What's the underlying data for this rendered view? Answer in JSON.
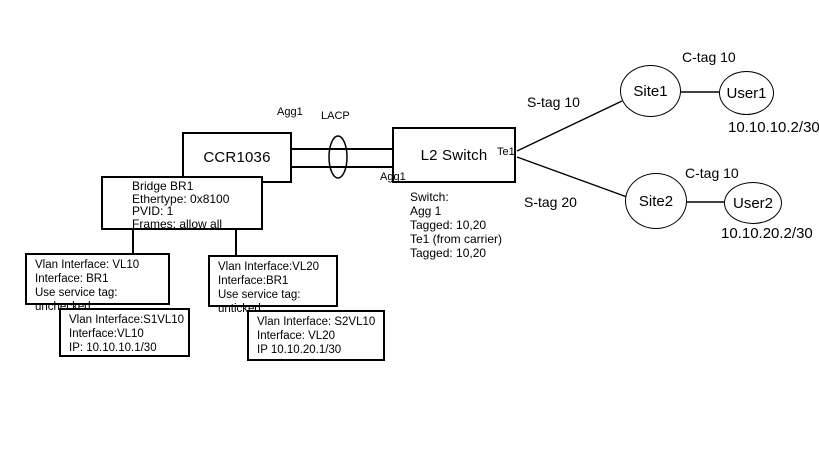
{
  "diagram": {
    "nodes": {
      "ccr": {
        "label": "CCR1036"
      },
      "l2switch": {
        "label": "L2 Switch"
      },
      "site1": {
        "label": "Site1"
      },
      "user1": {
        "label": "User1"
      },
      "site2": {
        "label": "Site2"
      },
      "user2": {
        "label": "User2"
      }
    },
    "boxes": {
      "bridge": {
        "lines": [
          "Bridge BR1",
          "Ethertype: 0x8100",
          "PVID: 1",
          "Frames: allow all"
        ]
      },
      "vl10": {
        "lines": [
          "Vlan Interface: VL10",
          "Interface: BR1",
          "Use service tag: unchecked"
        ]
      },
      "s1vl10": {
        "lines": [
          "Vlan Interface:S1VL10",
          "Interface:VL10",
          "IP: 10.10.10.1/30"
        ]
      },
      "vl20": {
        "lines": [
          "Vlan Interface:VL20",
          "Interface:BR1",
          "Use service tag: unticked"
        ]
      },
      "s2vl10": {
        "lines": [
          "Vlan Interface: S2VL10",
          "Interface: VL20",
          "IP 10.10.20.1/30"
        ]
      }
    },
    "switch_note": {
      "lines": [
        "Switch:",
        "Agg 1",
        "Tagged: 10,20",
        "Te1 (from carrier)",
        "Tagged: 10,20"
      ]
    },
    "labels": {
      "agg1_top": "Agg1",
      "lacp": "LACP",
      "agg1_bottom": "Agg1",
      "te1": "Te1",
      "stag10": "S-tag 10",
      "stag20": "S-tag 20",
      "ctag10_top": "C-tag 10",
      "ctag10_bottom": "C-tag 10",
      "user1_ip": "10.10.10.2/30",
      "user2_ip": "10.10.20.2/30"
    },
    "colors": {
      "line": "#000000",
      "background": "#ffffff",
      "text": "#000000"
    }
  }
}
